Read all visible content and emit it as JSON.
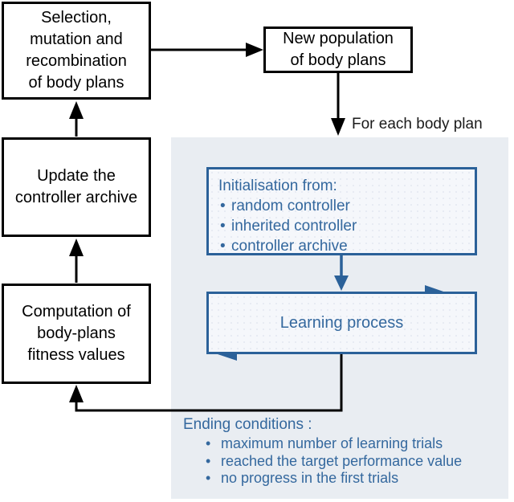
{
  "colors": {
    "black": "#000000",
    "blue": "#2b6199",
    "blue_text": "#34689e",
    "panel_bg": "#e9edf2",
    "box_fill": "#f5f7fb",
    "white": "#ffffff"
  },
  "boxes": {
    "selection": {
      "lines": [
        "Selection,",
        "mutation and",
        "recombination",
        "of body plans"
      ]
    },
    "new_population": {
      "lines": [
        "New population",
        "of body plans"
      ]
    },
    "update_archive": {
      "lines": [
        "Update the",
        "controller archive"
      ]
    },
    "computation": {
      "lines": [
        "Computation of",
        "body-plans",
        "fitness values"
      ]
    }
  },
  "labels": {
    "for_each_body_plan": "For each body plan"
  },
  "panel": {
    "init_box": {
      "title": "Initialisation from:",
      "bullet": "•",
      "items": [
        "random controller",
        "inherited controller",
        "controller archive"
      ]
    },
    "learning_box": {
      "label": "Learning process"
    },
    "ending": {
      "title": "Ending conditions :",
      "bullet": "•",
      "items": [
        "maximum number of learning trials",
        "reached the target performance value",
        "no progress in the first trials"
      ]
    }
  }
}
